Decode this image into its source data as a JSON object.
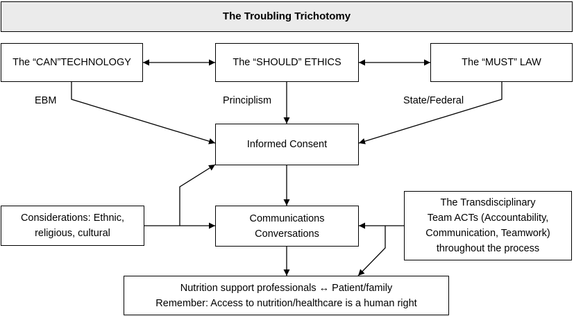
{
  "title": "The Troubling Trichotomy",
  "boxes": {
    "can": "The “CAN”TECHNOLOGY",
    "should": "The “SHOULD” ETHICS",
    "must": "The “MUST” LAW",
    "informed_consent": "Informed Consent",
    "considerations": [
      "Considerations: Ethnic,",
      "religious, cultural"
    ],
    "communications": [
      "Communications",
      "Conversations"
    ],
    "team": [
      "The Transdisciplinary",
      "Team ACTs (Accountability,",
      "Communication, Teamwork)",
      "throughout the process"
    ],
    "outcome": [
      "Nutrition support professionals ↔ Patient/family",
      "Remember: Access to nutrition/healthcare is a human right"
    ]
  },
  "labels": {
    "ebm": "EBM",
    "principlism": "Principlism",
    "state_federal": "State/Federal"
  }
}
